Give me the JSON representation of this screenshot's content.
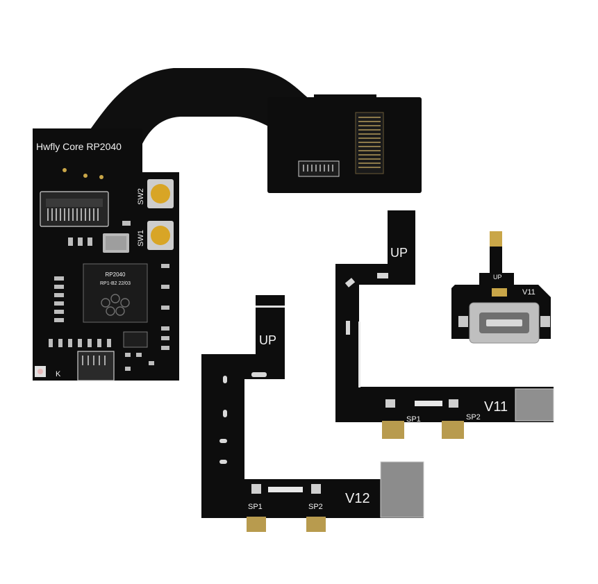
{
  "main_board": {
    "title": "Hwfly Core RP2040",
    "switch_top": "SW2",
    "switch_bottom": "SW1",
    "chip_line1": "RP2040",
    "chip_line2": "RP1-B2  22/03",
    "led_label": "K"
  },
  "board_v11": {
    "up_label": "UP",
    "version": "V11",
    "pad_left": "SP1",
    "pad_right": "SP2"
  },
  "board_v12": {
    "up_label": "UP",
    "version": "V12",
    "pad_left": "SP1",
    "pad_right": "SP2"
  },
  "usb_board": {
    "up_label": "UP",
    "version": "V11"
  },
  "colors": {
    "pcb": "#0d0d0d",
    "silkscreen": "#f2f2f2",
    "gold": "#b89b4e",
    "button_gold": "#d8a526",
    "metal": "#9a9a9a"
  }
}
